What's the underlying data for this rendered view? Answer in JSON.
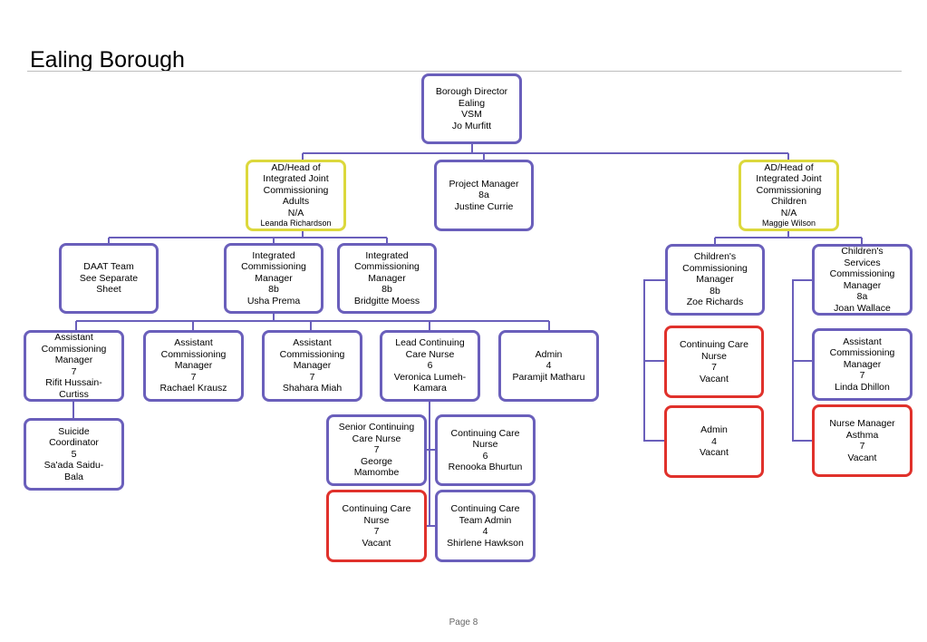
{
  "title": "Ealing Borough",
  "page_label": "Page 8",
  "colors": {
    "normal_border": "#6a5fbb",
    "highlight_border": "#dcd83c",
    "vacant_border": "#e0312b",
    "connector": "#6a5fbb"
  },
  "nodes": {
    "director": [
      "Borough Director",
      "Ealing",
      "VSM",
      "Jo Murfitt"
    ],
    "ad_adults": [
      "AD/Head of",
      "Integrated Joint",
      "Commissioning",
      "Adults",
      "N/A",
      "Leanda Richardson"
    ],
    "project_manager": [
      "Project Manager",
      "8a",
      "Justine Currie"
    ],
    "ad_children": [
      "AD/Head of",
      "Integrated Joint",
      "Commissioning",
      "Children",
      "N/A",
      "Maggie Wilson"
    ],
    "daat": [
      "DAAT Team",
      "See Separate",
      "Sheet"
    ],
    "icm_usha": [
      "Integrated",
      "Commissioning",
      "Manager",
      "8b",
      "Usha Prema"
    ],
    "icm_bridgitte": [
      "Integrated",
      "Commissioning",
      "Manager",
      "8b",
      "Bridgitte Moess"
    ],
    "acm_rifit": [
      "Assistant",
      "Commissioning",
      "Manager",
      "7",
      "Rifit Hussain-",
      "Curtiss"
    ],
    "acm_rachael": [
      "Assistant",
      "Commissioning",
      "Manager",
      "7",
      "Rachael Krausz"
    ],
    "acm_shahara": [
      "Assistant",
      "Commissioning",
      "Manager",
      "7",
      "Shahara Miah"
    ],
    "lead_ccn": [
      "Lead Continuing",
      "Care Nurse",
      "6",
      "Veronica Lumeh-",
      "Kamara"
    ],
    "admin_paramjit": [
      "Admin",
      "4",
      "Paramjit Matharu"
    ],
    "suicide_coord": [
      "Suicide",
      "Coordinator",
      "5",
      "Sa'ada Saidu-",
      "Bala"
    ],
    "senior_ccn": [
      "Senior Continuing",
      "Care Nurse",
      "7",
      "George",
      "Mamombe"
    ],
    "ccn_renooka": [
      "Continuing Care",
      "Nurse",
      "6",
      "Renooka Bhurtun"
    ],
    "ccn_vacant": [
      "Continuing Care",
      "Nurse",
      "7",
      "Vacant"
    ],
    "cc_team_admin": [
      "Continuing Care",
      "Team Admin",
      "4",
      "Shirlene Hawkson"
    ],
    "ccm_zoe": [
      "Children's",
      "Commissioning",
      "Manager",
      "8b",
      "Zoe Richards"
    ],
    "csc_joan": [
      "Children's",
      "Services",
      "Commissioning",
      "Manager",
      "8a",
      "Joan Wallace"
    ],
    "child_ccn_vacant": [
      "Continuing Care",
      "Nurse",
      "7",
      "Vacant"
    ],
    "child_admin_vacant": [
      "Admin",
      "4",
      "Vacant"
    ],
    "acm_linda": [
      "Assistant",
      "Commissioning",
      "Manager",
      "7",
      "Linda Dhillon"
    ],
    "nurse_manager_asthma": [
      "Nurse Manager",
      "Asthma",
      "7",
      "Vacant"
    ]
  }
}
